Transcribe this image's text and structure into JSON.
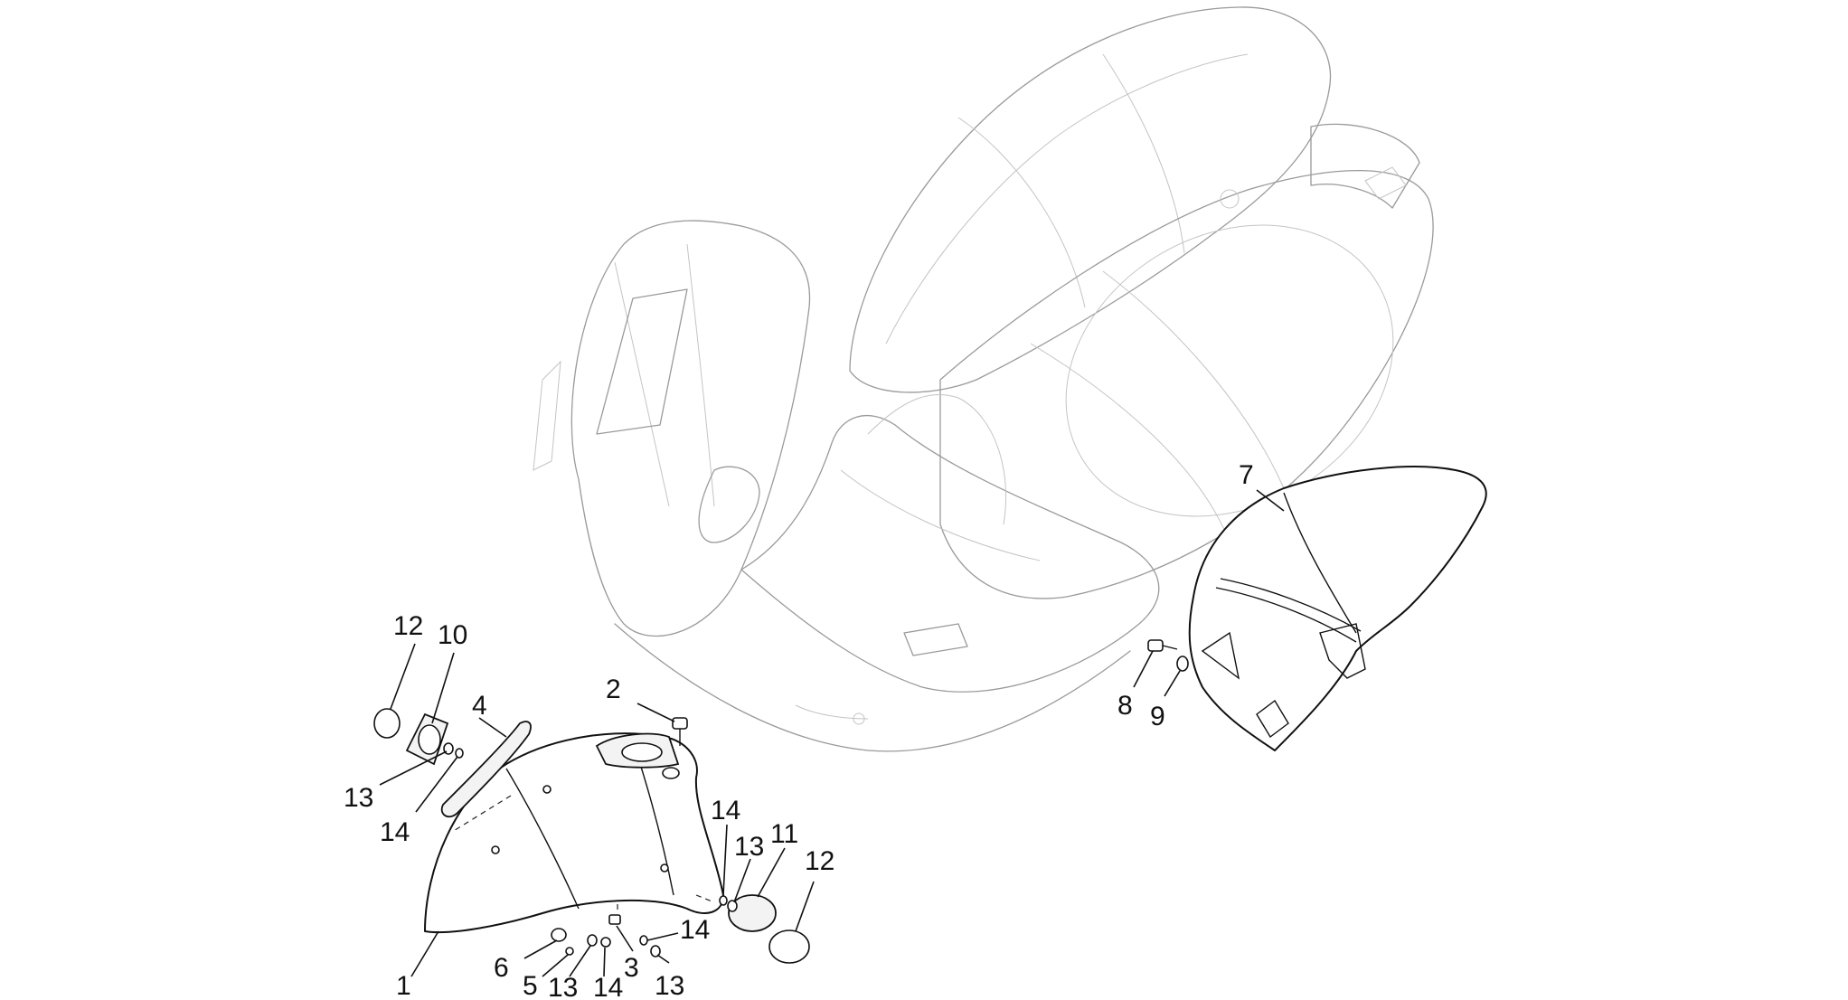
{
  "callouts": [
    {
      "id": "c1",
      "label": "1"
    },
    {
      "id": "c2",
      "label": "2"
    },
    {
      "id": "c3",
      "label": "3"
    },
    {
      "id": "c4",
      "label": "4"
    },
    {
      "id": "c5",
      "label": "5"
    },
    {
      "id": "c6",
      "label": "6"
    },
    {
      "id": "c7",
      "label": "7"
    },
    {
      "id": "c8",
      "label": "8"
    },
    {
      "id": "c9",
      "label": "9"
    },
    {
      "id": "c10",
      "label": "10"
    },
    {
      "id": "c11",
      "label": "11"
    },
    {
      "id": "c12a",
      "label": "12"
    },
    {
      "id": "c12b",
      "label": "12"
    },
    {
      "id": "c13a",
      "label": "13"
    },
    {
      "id": "c13b",
      "label": "13"
    },
    {
      "id": "c13c",
      "label": "13"
    },
    {
      "id": "c13d",
      "label": "13"
    },
    {
      "id": "c14a",
      "label": "14"
    },
    {
      "id": "c14b",
      "label": "14"
    },
    {
      "id": "c14c",
      "label": "14"
    },
    {
      "id": "c14d",
      "label": "14"
    }
  ],
  "colors": {
    "linework": "#111111",
    "ghost_body": "#9a9a9a",
    "background": "#ffffff"
  }
}
